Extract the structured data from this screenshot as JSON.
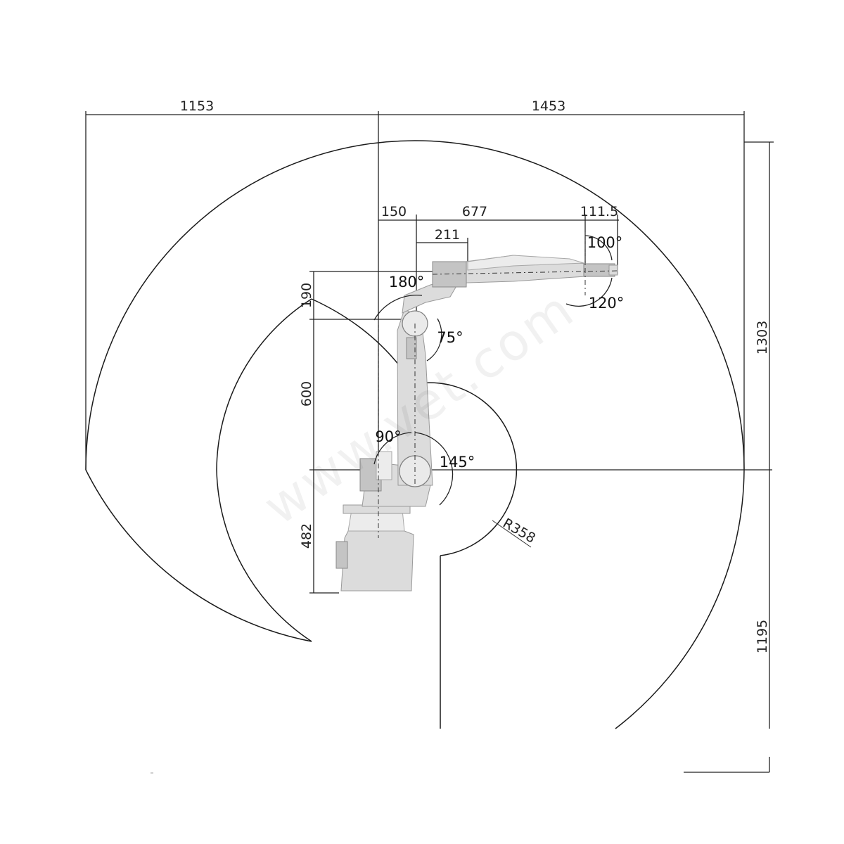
{
  "diagram": {
    "dimensions": {
      "reach_left": "1153",
      "reach_right": "1453",
      "offset_base": "150",
      "upper_arm_reach": "677",
      "wrist_offset": "111.5",
      "forearm_offset": "211",
      "shoulder_height_190": "190",
      "arm_length_600": "600",
      "base_height_482": "482",
      "height_above": "1303",
      "depth_below": "1195",
      "inner_radius": "R358"
    },
    "angles": {
      "axis1_range": "180°",
      "axis2_range": "75°",
      "axis3_range": "90°",
      "axis4_range": "145°",
      "axis5_range": "100°",
      "axis6_range": "120°"
    },
    "watermark": "www.vet.com",
    "colors": {
      "lines": "#1a1a1a",
      "robot": "#dcdcdc",
      "background": "#ffffff"
    }
  }
}
